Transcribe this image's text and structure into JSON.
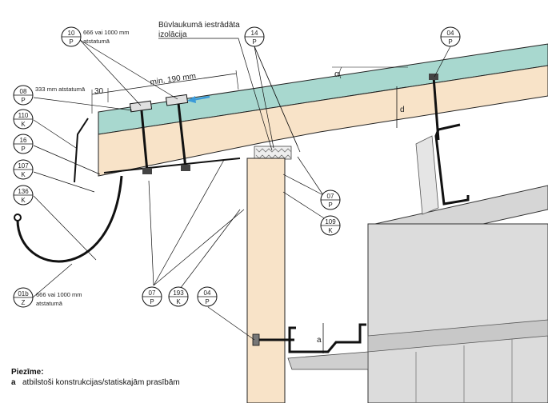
{
  "callouts": {
    "c10": {
      "num": "10",
      "code": "P",
      "note": "666 vai 1000 mm",
      "note2": "atstatumā"
    },
    "c08": {
      "num": "08",
      "code": "P",
      "note": "333 mm atstatumā"
    },
    "c110": {
      "num": "110",
      "code": "K"
    },
    "c16": {
      "num": "16",
      "code": "P"
    },
    "c107": {
      "num": "107",
      "code": "K"
    },
    "c136": {
      "num": "136",
      "code": "K"
    },
    "c01b": {
      "num": "01b",
      "code": "Z",
      "note": "666 vai 1000 mm",
      "note2": "atstatumā"
    },
    "c07a": {
      "num": "07",
      "code": "P"
    },
    "c193": {
      "num": "193",
      "code": "K"
    },
    "c04b": {
      "num": "04",
      "code": "P"
    },
    "c14": {
      "num": "14",
      "code": "P"
    },
    "c04a": {
      "num": "04",
      "code": "P"
    },
    "c07b": {
      "num": "07",
      "code": "P"
    },
    "c109": {
      "num": "109",
      "code": "K"
    }
  },
  "labels": {
    "insulation_line1": "Būvlaukumā iestrādāta",
    "insulation_line2": "izolācija",
    "dim_30": "30",
    "dim_min190": "min. 190 mm",
    "alpha": "α",
    "dim_d": "d",
    "dim_a": "a"
  },
  "note": {
    "title": "Piezīme:",
    "key": "a",
    "text": "atbilstoši konstrukcijas/statiskajām prasībām"
  },
  "colors": {
    "roof_panel": "#a8d8cf",
    "wood": "#f8e3c8",
    "steel": "#dcdcdc",
    "steel_dark": "#b9b9b9",
    "arrow": "#3a9ad9",
    "line": "#1a1a1a"
  }
}
